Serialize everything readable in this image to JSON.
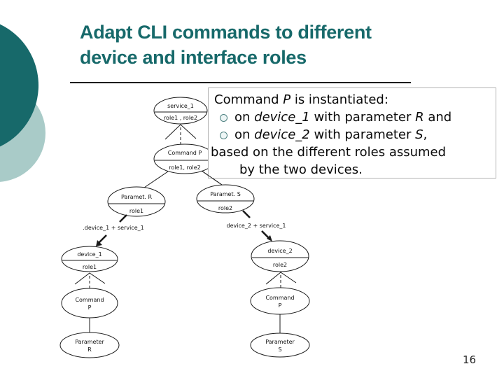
{
  "slide": {
    "title_line1": "Adapt CLI commands to different",
    "title_line2": "device and interface roles",
    "page_number": "16"
  },
  "colors": {
    "title": "#17696a",
    "circle_dark": "#17696a",
    "circle_light": "#a9cbc8",
    "textbox_border": "#b3b3b3",
    "bullet_ring": "#4e8181",
    "diagram_line": "#1a1a1a"
  },
  "textbox": {
    "heading": [
      "Command ",
      "P",
      " is instantiated:"
    ],
    "bullets": [
      [
        "on ",
        "device_1",
        " with parameter ",
        "R",
        " and"
      ],
      [
        "on ",
        "device_2",
        " with parameter ",
        "S",
        ","
      ]
    ],
    "footer_line1": "based on the different roles assumed",
    "footer_line2": "by the two devices."
  },
  "diagram": {
    "nodes": {
      "service1": {
        "title": "service_1",
        "roles": "role1 , role2"
      },
      "commandP_top": {
        "title": "Command P",
        "roles": "role1, role2"
      },
      "paramR": {
        "title": "Paramet. R",
        "roles": "role1"
      },
      "paramS": {
        "title": "Paramet. S",
        "roles": "role2"
      },
      "device1": {
        "title": "device_1",
        "roles": "role1"
      },
      "device2": {
        "title": "device_2",
        "roles": "role2"
      },
      "commandP_left": {
        "line1": "Command",
        "line2": "P"
      },
      "commandP_right": {
        "line1": "Command",
        "line2": "P"
      },
      "paramR_bottom": {
        "line1": "Parameter",
        "line2": "R"
      },
      "paramS_bottom": {
        "line1": "Parameter",
        "line2": "S"
      }
    },
    "edge_labels": {
      "left": ".device_1 + service_1",
      "right": "device_2 + service_1"
    }
  }
}
